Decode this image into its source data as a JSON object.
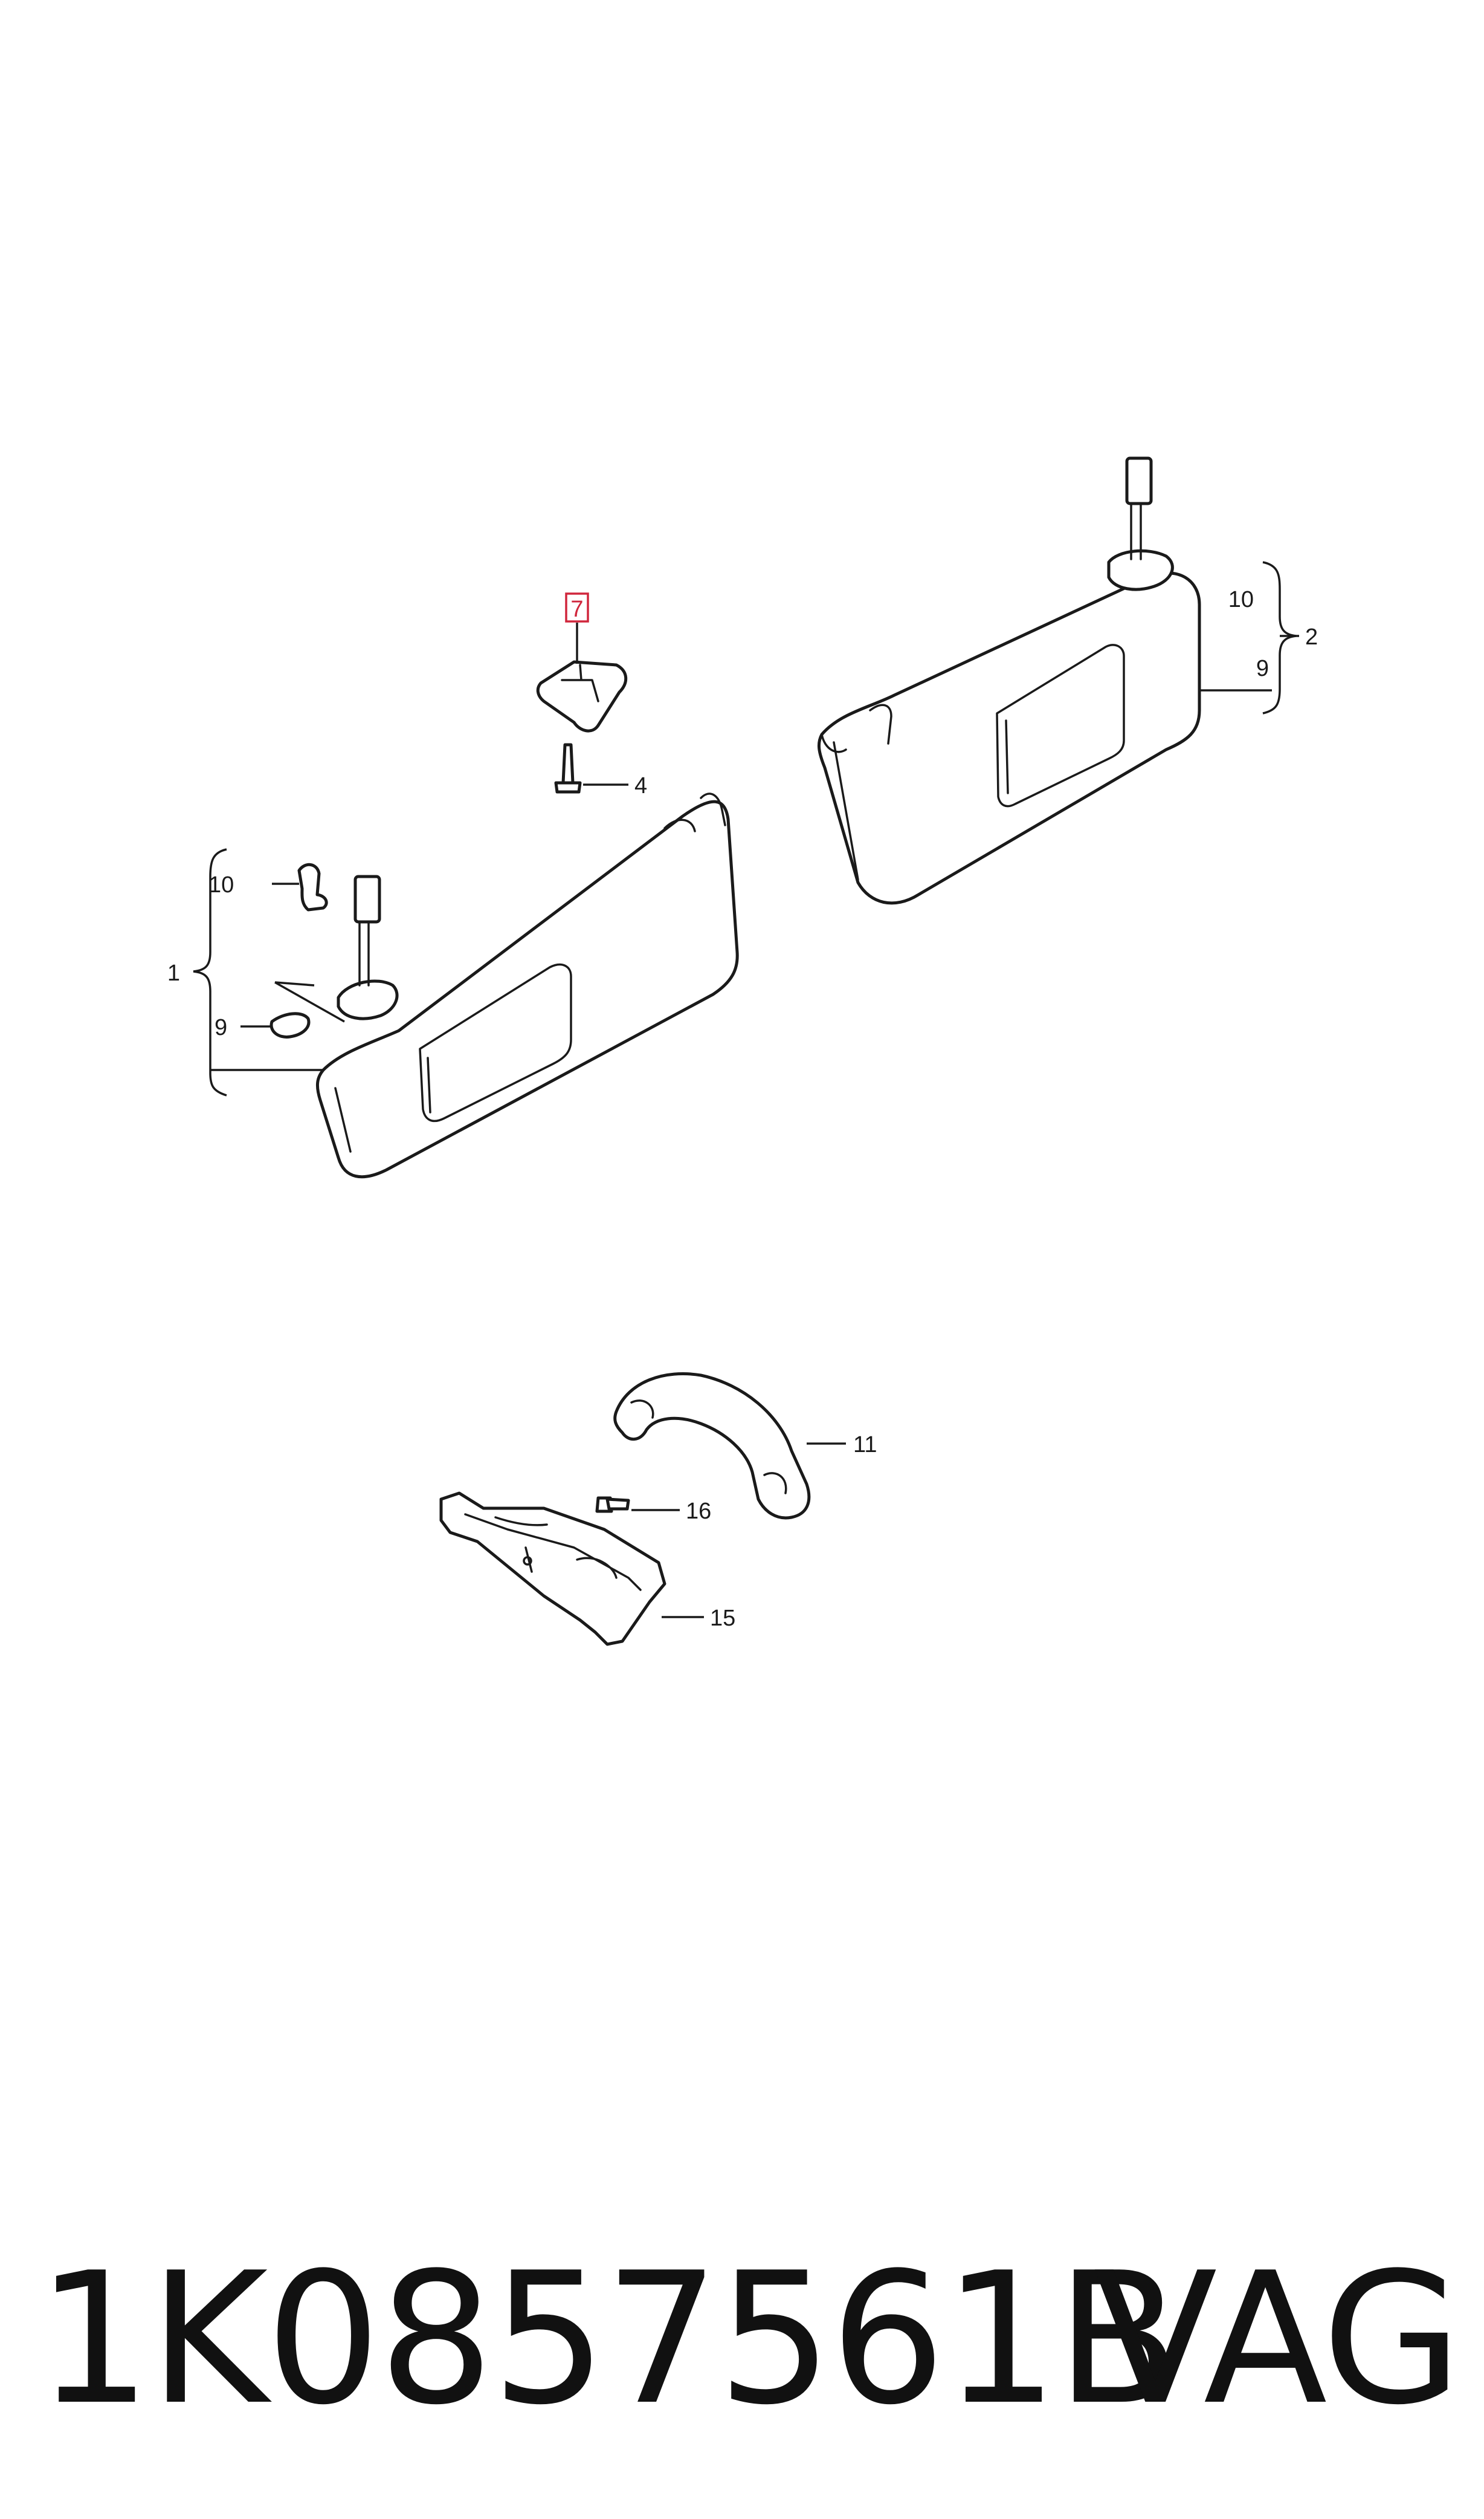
{
  "callouts": {
    "c1": "1",
    "c2": "2",
    "c4": "4",
    "c7": "7",
    "c9_left": "9",
    "c9_right": "9",
    "c10_left": "10",
    "c10_right": "10",
    "c11": "11",
    "c15": "15",
    "c16": "16"
  },
  "highlighted_callout": "7",
  "highlight_color": "#d0263c",
  "footer": {
    "part_number": "1K0857561B",
    "brand": "VAG"
  }
}
